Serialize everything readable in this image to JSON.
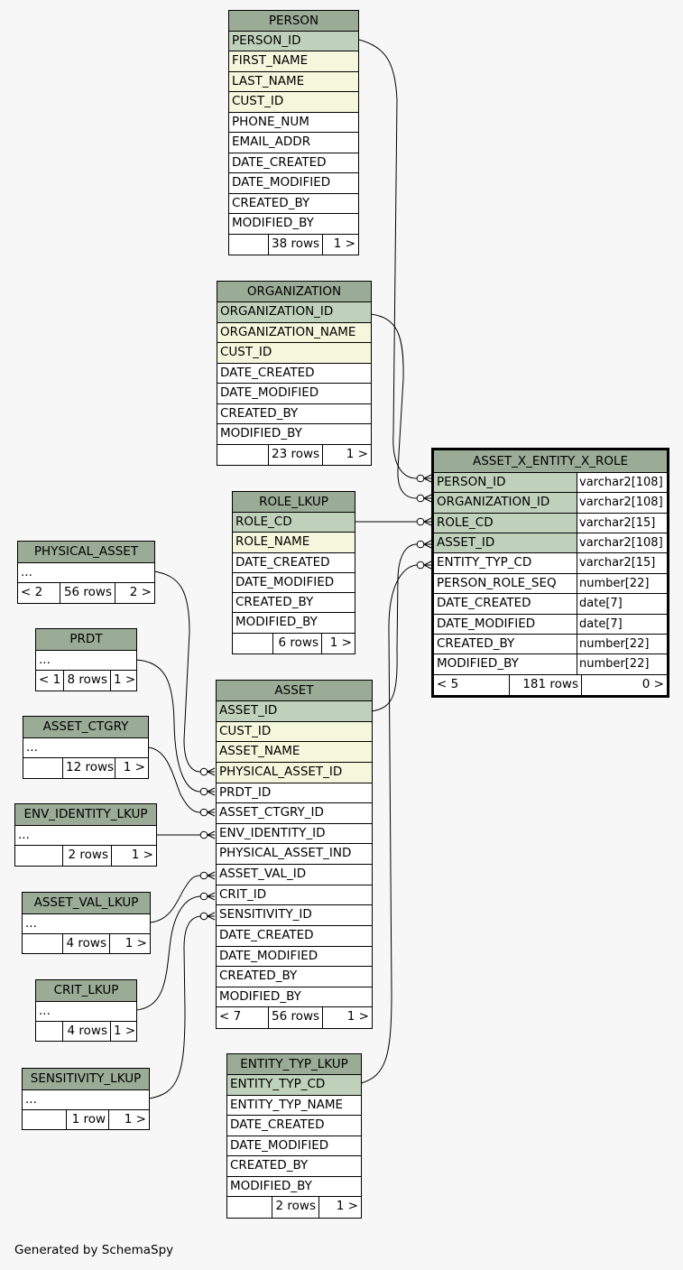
{
  "tables": [
    {
      "name": "PERSON",
      "columns": [
        {
          "name": "PERSON_ID",
          "key": "primary"
        },
        {
          "name": "FIRST_NAME",
          "key": "index"
        },
        {
          "name": "LAST_NAME",
          "key": "index"
        },
        {
          "name": "CUST_ID",
          "key": "index"
        },
        {
          "name": "PHONE_NUM",
          "key": "none"
        },
        {
          "name": "EMAIL_ADDR",
          "key": "none"
        },
        {
          "name": "DATE_CREATED",
          "key": "none"
        },
        {
          "name": "DATE_MODIFIED",
          "key": "none"
        },
        {
          "name": "CREATED_BY",
          "key": "none"
        },
        {
          "name": "MODIFIED_BY",
          "key": "none"
        }
      ],
      "footer": {
        "left": "",
        "rows": "38 rows",
        "right": "1 >"
      }
    },
    {
      "name": "ORGANIZATION",
      "columns": [
        {
          "name": "ORGANIZATION_ID",
          "key": "primary"
        },
        {
          "name": "ORGANIZATION_NAME",
          "key": "index"
        },
        {
          "name": "CUST_ID",
          "key": "index"
        },
        {
          "name": "DATE_CREATED",
          "key": "none"
        },
        {
          "name": "DATE_MODIFIED",
          "key": "none"
        },
        {
          "name": "CREATED_BY",
          "key": "none"
        },
        {
          "name": "MODIFIED_BY",
          "key": "none"
        }
      ],
      "footer": {
        "left": "",
        "rows": "23 rows",
        "right": "1 >"
      }
    },
    {
      "name": "ROLE_LKUP",
      "columns": [
        {
          "name": "ROLE_CD",
          "key": "primary"
        },
        {
          "name": "ROLE_NAME",
          "key": "index"
        },
        {
          "name": "DATE_CREATED",
          "key": "none"
        },
        {
          "name": "DATE_MODIFIED",
          "key": "none"
        },
        {
          "name": "CREATED_BY",
          "key": "none"
        },
        {
          "name": "MODIFIED_BY",
          "key": "none"
        }
      ],
      "footer": {
        "left": "",
        "rows": "6 rows",
        "right": "1 >"
      }
    },
    {
      "name": "ASSET_X_ENTITY_X_ROLE",
      "focus": true,
      "columns": [
        {
          "name": "PERSON_ID",
          "type": "varchar2[108]",
          "key": "primary"
        },
        {
          "name": "ORGANIZATION_ID",
          "type": "varchar2[108]",
          "key": "primary"
        },
        {
          "name": "ROLE_CD",
          "type": "varchar2[15]",
          "key": "primary"
        },
        {
          "name": "ASSET_ID",
          "type": "varchar2[108]",
          "key": "primary"
        },
        {
          "name": "ENTITY_TYP_CD",
          "type": "varchar2[15]",
          "key": "none"
        },
        {
          "name": "PERSON_ROLE_SEQ",
          "type": "number[22]",
          "key": "none"
        },
        {
          "name": "DATE_CREATED",
          "type": "date[7]",
          "key": "none"
        },
        {
          "name": "DATE_MODIFIED",
          "type": "date[7]",
          "key": "none"
        },
        {
          "name": "CREATED_BY",
          "type": "number[22]",
          "key": "none"
        },
        {
          "name": "MODIFIED_BY",
          "type": "number[22]",
          "key": "none"
        }
      ],
      "footer": {
        "left": "< 5",
        "rows": "181 rows",
        "right": "0 >"
      }
    },
    {
      "name": "PHYSICAL_ASSET",
      "columns": [
        {
          "name": "...",
          "key": "none"
        }
      ],
      "footer": {
        "left": "< 2",
        "rows": "56 rows",
        "right": "2 >"
      }
    },
    {
      "name": "PRDT",
      "columns": [
        {
          "name": "...",
          "key": "none"
        }
      ],
      "footer": {
        "left": "< 1",
        "rows": "8 rows",
        "right": "1 >"
      }
    },
    {
      "name": "ASSET_CTGRY",
      "columns": [
        {
          "name": "...",
          "key": "none"
        }
      ],
      "footer": {
        "left": "",
        "rows": "12 rows",
        "right": "1 >"
      }
    },
    {
      "name": "ENV_IDENTITY_LKUP",
      "columns": [
        {
          "name": "...",
          "key": "none"
        }
      ],
      "footer": {
        "left": "",
        "rows": "2 rows",
        "right": "1 >"
      }
    },
    {
      "name": "ASSET_VAL_LKUP",
      "columns": [
        {
          "name": "...",
          "key": "none"
        }
      ],
      "footer": {
        "left": "",
        "rows": "4 rows",
        "right": "1 >"
      }
    },
    {
      "name": "CRIT_LKUP",
      "columns": [
        {
          "name": "...",
          "key": "none"
        }
      ],
      "footer": {
        "left": "",
        "rows": "4 rows",
        "right": "1 >"
      }
    },
    {
      "name": "SENSITIVITY_LKUP",
      "columns": [
        {
          "name": "...",
          "key": "none"
        }
      ],
      "footer": {
        "left": "",
        "rows": "1 row",
        "right": "1 >"
      }
    },
    {
      "name": "ASSET",
      "columns": [
        {
          "name": "ASSET_ID",
          "key": "primary"
        },
        {
          "name": "CUST_ID",
          "key": "index"
        },
        {
          "name": "ASSET_NAME",
          "key": "index"
        },
        {
          "name": "PHYSICAL_ASSET_ID",
          "key": "index"
        },
        {
          "name": "PRDT_ID",
          "key": "none"
        },
        {
          "name": "ASSET_CTGRY_ID",
          "key": "none"
        },
        {
          "name": "ENV_IDENTITY_ID",
          "key": "none"
        },
        {
          "name": "PHYSICAL_ASSET_IND",
          "key": "none"
        },
        {
          "name": "ASSET_VAL_ID",
          "key": "none"
        },
        {
          "name": "CRIT_ID",
          "key": "none"
        },
        {
          "name": "SENSITIVITY_ID",
          "key": "none"
        },
        {
          "name": "DATE_CREATED",
          "key": "none"
        },
        {
          "name": "DATE_MODIFIED",
          "key": "none"
        },
        {
          "name": "CREATED_BY",
          "key": "none"
        },
        {
          "name": "MODIFIED_BY",
          "key": "none"
        }
      ],
      "footer": {
        "left": "< 7",
        "rows": "56 rows",
        "right": "1 >"
      }
    },
    {
      "name": "ENTITY_TYP_LKUP",
      "columns": [
        {
          "name": "ENTITY_TYP_CD",
          "key": "primary"
        },
        {
          "name": "ENTITY_TYP_NAME",
          "key": "none"
        },
        {
          "name": "DATE_CREATED",
          "key": "none"
        },
        {
          "name": "DATE_MODIFIED",
          "key": "none"
        },
        {
          "name": "CREATED_BY",
          "key": "none"
        },
        {
          "name": "MODIFIED_BY",
          "key": "none"
        }
      ],
      "footer": {
        "left": "",
        "rows": "2 rows",
        "right": "1 >"
      }
    }
  ],
  "credit": "Generated by SchemaSpy",
  "colors": {
    "header": "#9aab96",
    "primary_key": "#bfd1bb",
    "indexed": "#f4f7dc",
    "background": "#f7f7f7"
  }
}
